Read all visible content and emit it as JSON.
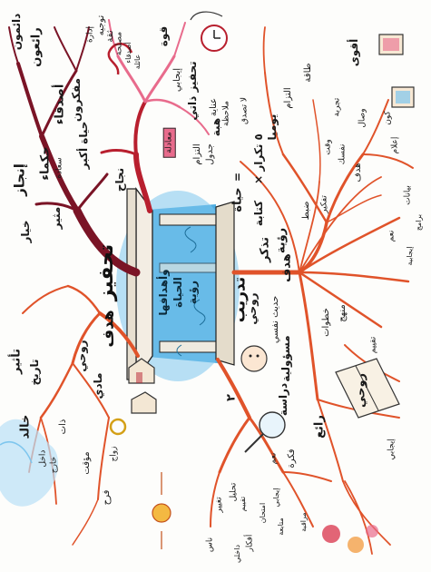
{
  "core": {
    "line1": "رؤية",
    "line2": "الحياة",
    "line3": "وأهدافها"
  },
  "branches": {
    "motivation": "تحفيز",
    "goal": "هدف",
    "training": "تدريب",
    "spirit": "روحي"
  },
  "left": {
    "rewards": "رائعون",
    "always": "دائمون",
    "friends": "أصدقاء",
    "thinkers": "مفكرون",
    "wise": "حكماء",
    "peace": "سعادة",
    "peak": "إنجاز",
    "choice": "خيار",
    "exciting": "مثير"
  },
  "topleft": {
    "management": "إدارة",
    "guidance": "توجيه",
    "trust": "ثقة",
    "interest": "مصلحة",
    "friends_small": "أصدقاء",
    "family": "عائلة",
    "power": "قوة",
    "bigger_life": "حياة أكبر",
    "positive": "إيجابي",
    "self_discipline": "تحفيز ذاتي",
    "care": "عناية",
    "care2": "ملاحظة",
    "commitment": "التزام",
    "daily": "جدول",
    "success": "نجاح",
    "equation": "معادلة"
  },
  "topright": {
    "stronger": "أقوى",
    "energy": "طاقة",
    "commitment2": "التزام",
    "daily2": "يوميا",
    "times": "× ٥ تكرار",
    "no_belief": "لا تصدق",
    "gift": "هبة",
    "equals": "=",
    "life": "حياة",
    "writing": "كتابة",
    "remember": "تذكر",
    "experience": "تجربة",
    "time": "وقت",
    "yourself": "نفسك",
    "fun": "وصال",
    "bright": "هدف",
    "harmony": "ضبط",
    "think": "تفكير",
    "vision": "رؤية",
    "universe": "كون",
    "knowledge": "إعلام",
    "data": "بيانات",
    "programs": "برامج",
    "output": "نعم",
    "positivity": "إيجابية",
    "goal_main": "هدف"
  },
  "bottomright": {
    "self_talk": "حديث نفسي",
    "responsibility": "مسؤولية",
    "study": "دراسة",
    "spirit_book": "روحي",
    "wonderful": "رائع",
    "steps": "خطوات",
    "plans": "منهج",
    "feedback": "تقييم",
    "positive2": "إيجابي",
    "vision_num": "٢",
    "idea": "فكرة",
    "answer": "نعم",
    "analyze": "تحليل",
    "chemistry": "تقييم",
    "exam": "امتحان",
    "arrow_back": "مراقبة",
    "flow": "متابعة",
    "positive3": "إيجابي",
    "explore": "تغيير",
    "ideas": "أفكار",
    "people": "ناس",
    "inside": "داخلي"
  },
  "bottomleft": {
    "effect": "تأثير",
    "history": "تاريخ",
    "immortal": "خالد",
    "spirit2": "روحي",
    "material": "مادي",
    "self": "ذات",
    "inside2": "داخل",
    "outside": "خارج",
    "temporary": "مؤقت",
    "ring": "زواج",
    "future": "فرح"
  },
  "colors": {
    "orange": "#e0532a",
    "crimson": "#b81f2e",
    "maroon": "#7a1426",
    "pink": "#e86b8c",
    "sky": "#7ec6ee",
    "water": "#2f9fdc"
  },
  "icons": [
    "clock-icon",
    "house-icon",
    "tv-icon",
    "book-icon",
    "face-icon",
    "magnifier-icon",
    "ring-icon",
    "sun-icon",
    "hand-icon"
  ]
}
